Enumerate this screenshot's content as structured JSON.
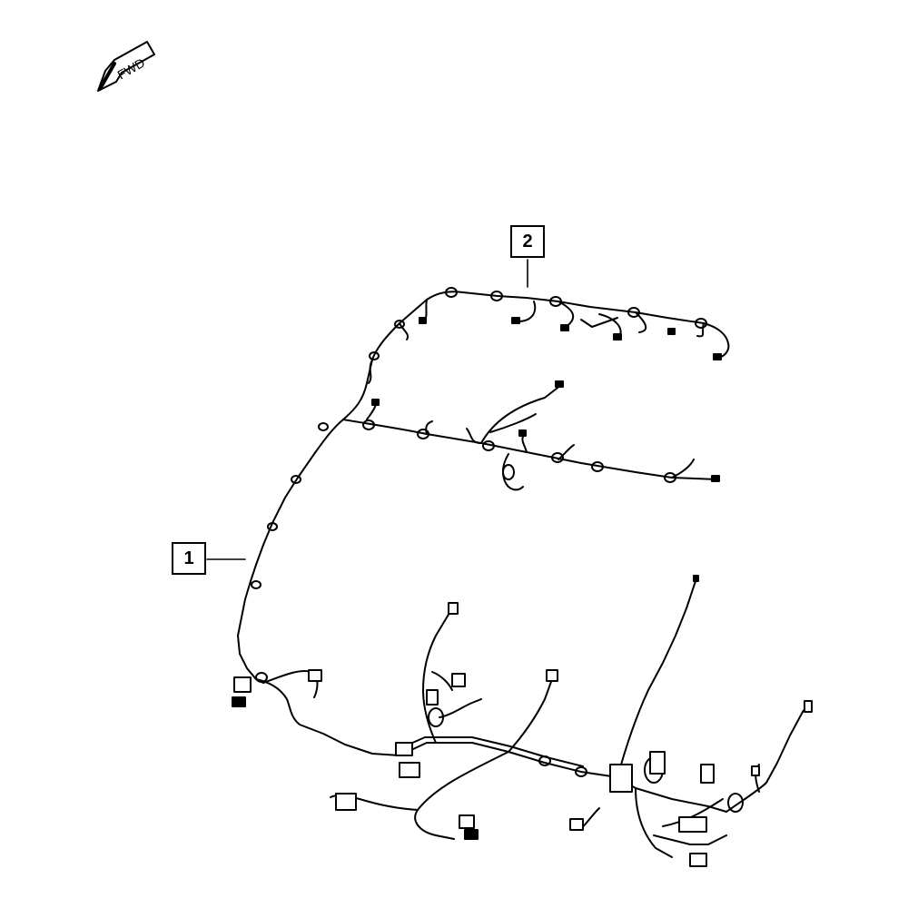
{
  "fwd_arrow": {
    "label": "FWD"
  },
  "callouts": [
    {
      "number": "1",
      "part": "harness-1"
    },
    {
      "number": "2",
      "part": "harness-2"
    }
  ],
  "colors": {
    "line": "#000000",
    "background": "#ffffff"
  }
}
